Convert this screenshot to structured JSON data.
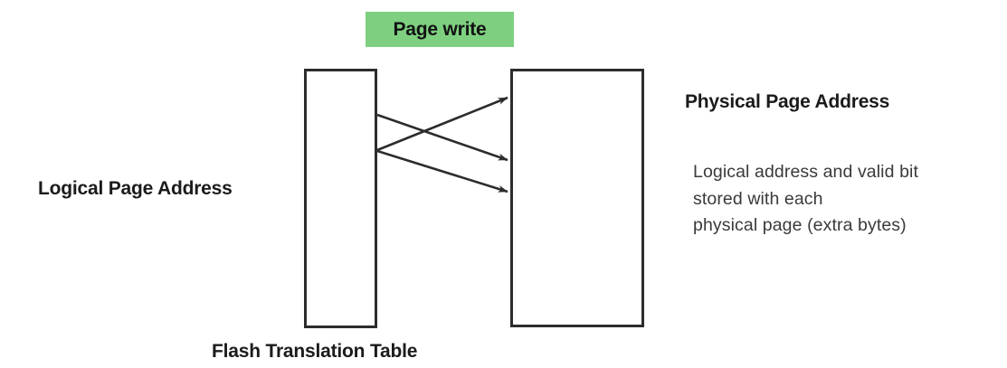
{
  "diagram": {
    "title_chip": {
      "label": "Page write",
      "background_color": "#7ed080",
      "text_color": "#121212"
    },
    "labels": {
      "logical_page_address": "Logical Page Address",
      "physical_page_address": "Physical Page Address",
      "flash_translation_table": "Flash Translation Table"
    },
    "note": {
      "lines": [
        "Logical address and valid bit",
        "stored with each",
        "physical page (extra bytes)"
      ]
    },
    "blocks": [
      {
        "name": "flash-translation-table-block",
        "caption": "Flash Translation Table",
        "stroke_color": "#2c2c2c"
      },
      {
        "name": "physical-page-block",
        "caption": "Physical Page Address",
        "stroke_color": "#2c2c2c"
      }
    ],
    "mappings": [
      {
        "from_entry": 1,
        "to_entry": 2
      },
      {
        "from_entry": 2,
        "to_entry": 1
      },
      {
        "from_entry": 2,
        "to_entry": 3
      }
    ],
    "arrow_color": "#2c2c2c"
  }
}
